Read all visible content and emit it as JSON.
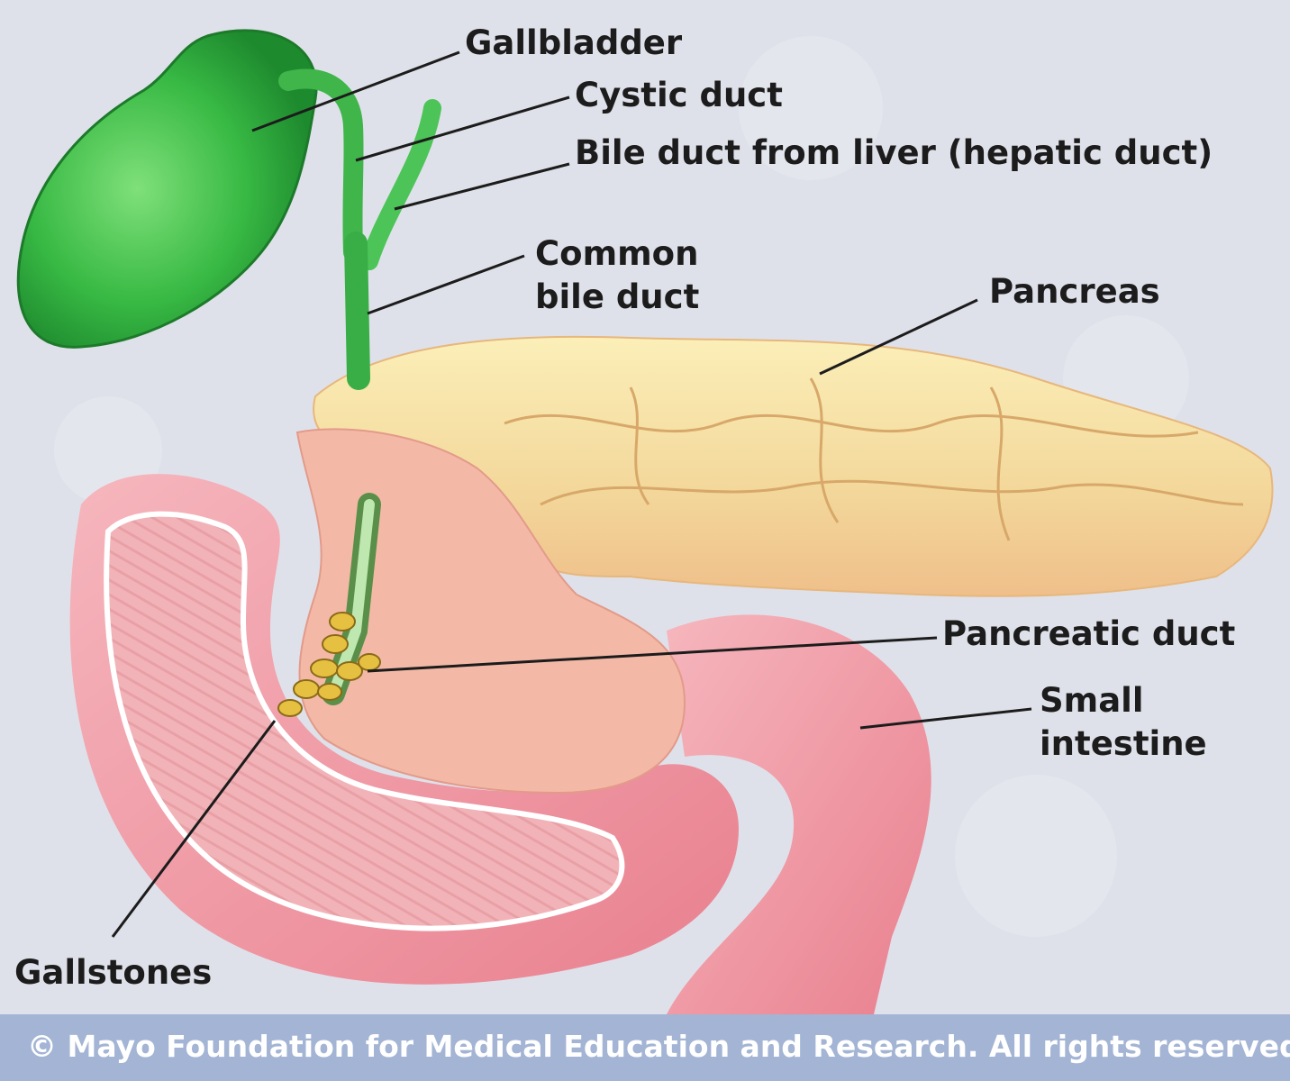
{
  "labels": {
    "gallbladder": "Gallbladder",
    "cystic_duct": "Cystic duct",
    "hepatic_duct": "Bile duct from liver (hepatic duct)",
    "common_bile_duct_line1": "Common",
    "common_bile_duct_line2": "bile duct",
    "pancreas": "Pancreas",
    "pancreatic_duct": "Pancreatic duct",
    "small_intestine_line1": "Small",
    "small_intestine_line2": "intestine",
    "gallstones": "Gallstones"
  },
  "footer": {
    "copyright": "© Mayo Foundation for Medical Education and Research.  All rights reserved."
  },
  "colors": {
    "background": "#dfe1ea",
    "gallbladder": "#3fc24a",
    "pancreas": "#f4dd9a",
    "intestine": "#ef9aa6",
    "footer": "#a3b4d4",
    "label_text": "#1c1c1c"
  }
}
